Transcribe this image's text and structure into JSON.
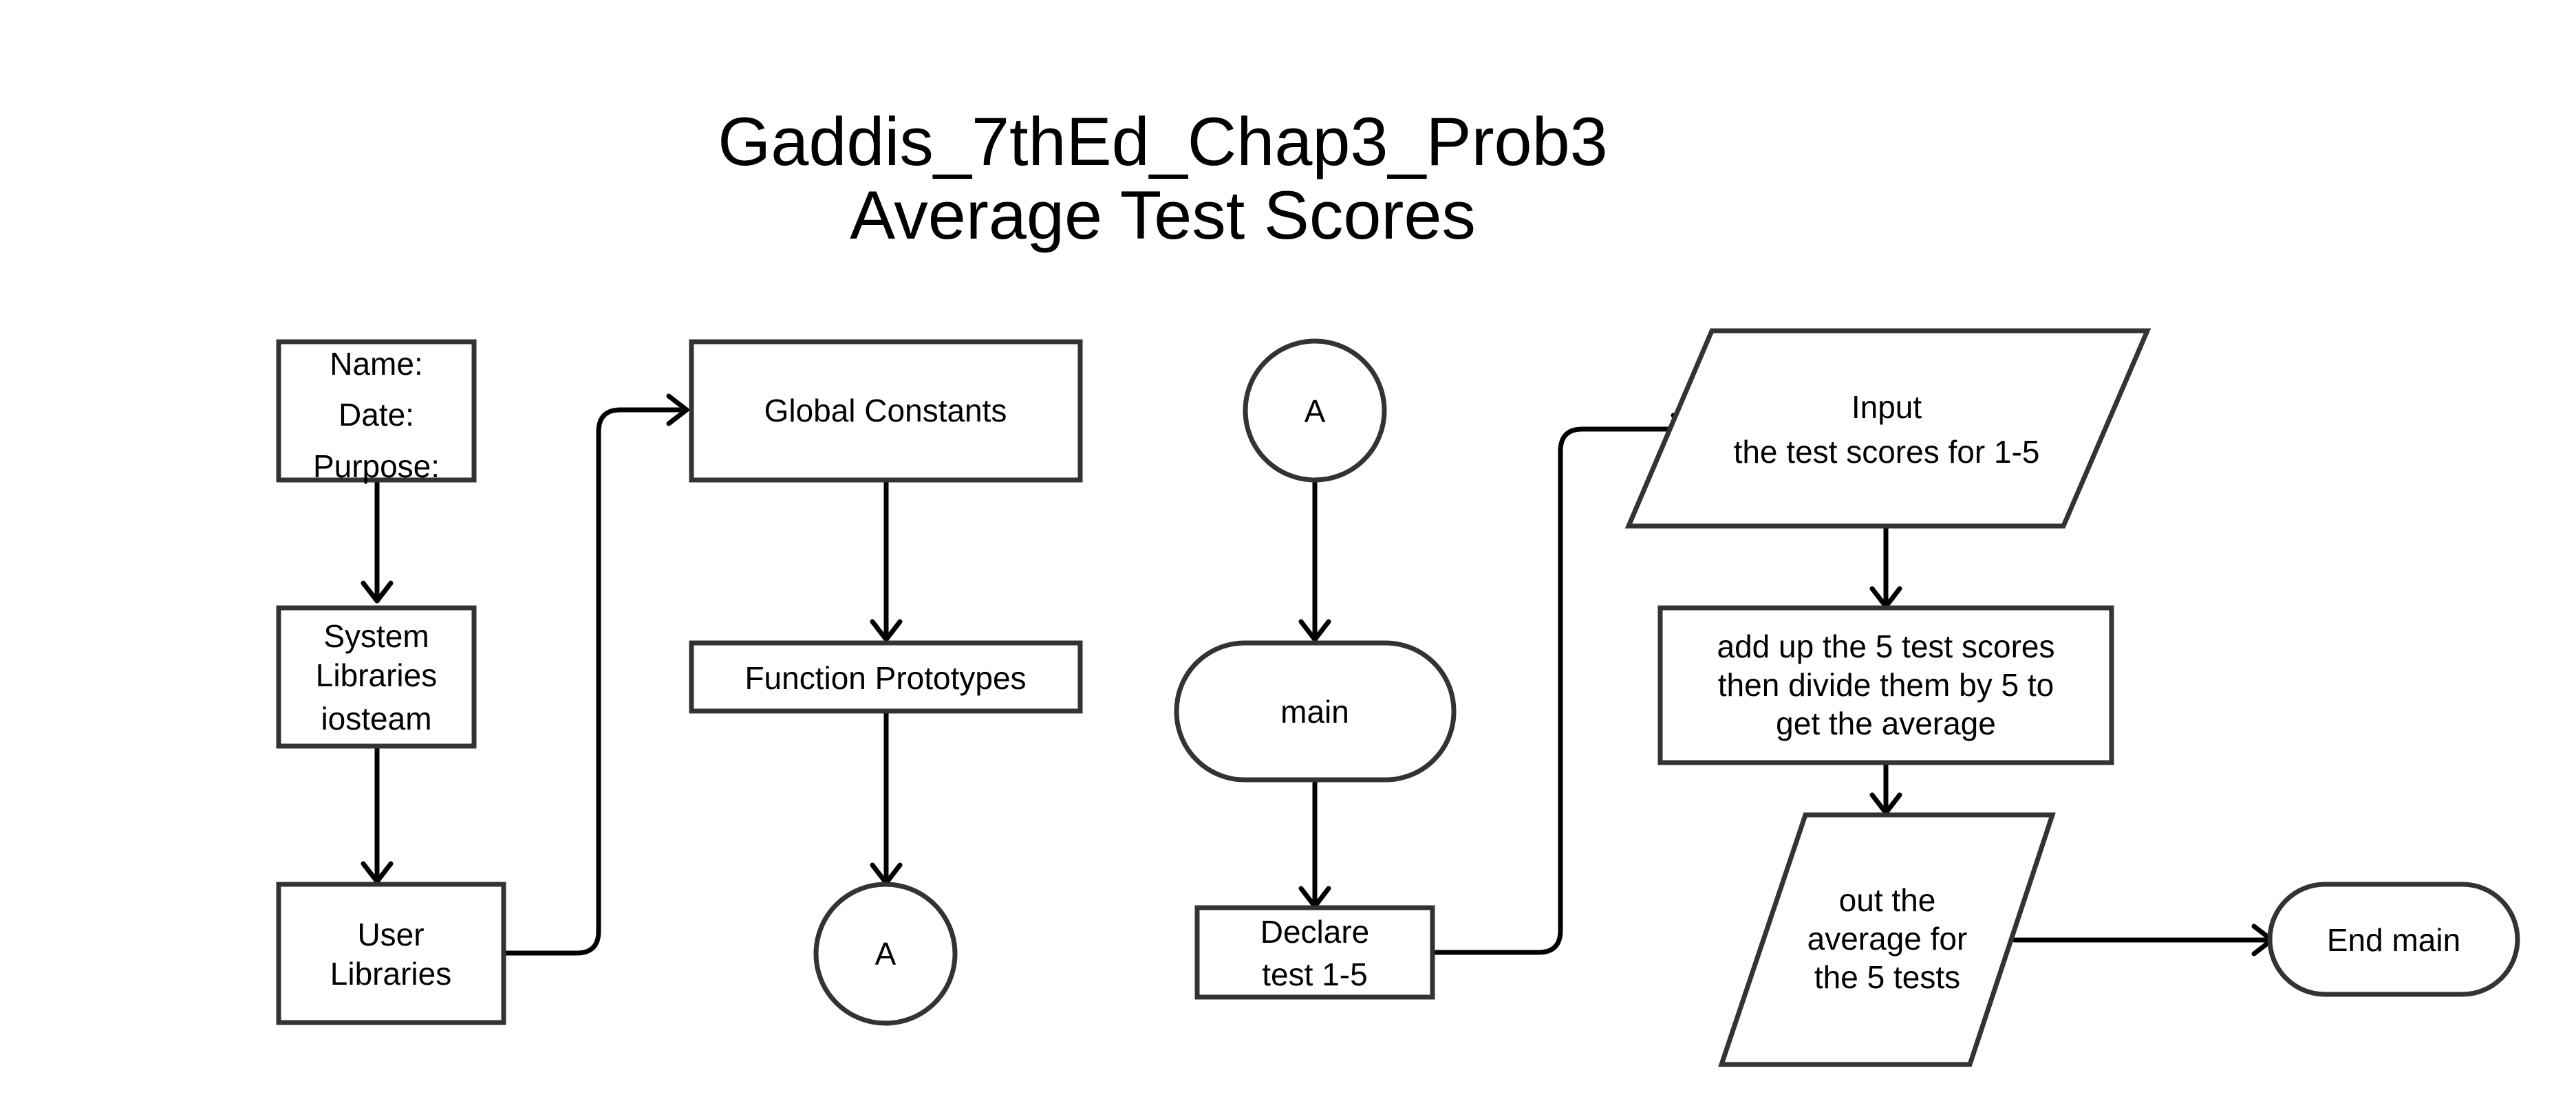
{
  "title": {
    "line1": "Gaddis_7thEd_Chap3_Prob3",
    "line2": "Average Test Scores"
  },
  "nodes": {
    "header": {
      "lines": [
        "Name:",
        "Date:",
        "Purpose:"
      ]
    },
    "system_libraries": {
      "lines": [
        "System",
        "Libraries",
        "iosteam"
      ]
    },
    "user_libraries": {
      "lines": [
        "User",
        "Libraries"
      ]
    },
    "global_constants": {
      "lines": [
        "Global Constants"
      ]
    },
    "function_prototypes": {
      "lines": [
        "Function Prototypes"
      ]
    },
    "connector_out": {
      "lines": [
        "A"
      ]
    },
    "connector_in": {
      "lines": [
        "A"
      ]
    },
    "main": {
      "lines": [
        "main"
      ]
    },
    "declare": {
      "lines": [
        "Declare",
        "test 1-5"
      ]
    },
    "input": {
      "lines": [
        "Input",
        "the test scores for 1-5"
      ]
    },
    "process": {
      "lines": [
        "add up the 5 test scores",
        "then divide them by 5 to",
        "get the average"
      ]
    },
    "output": {
      "lines": [
        "out the",
        "average for",
        "the 5 tests"
      ]
    },
    "end_main": {
      "lines": [
        "End main"
      ]
    }
  },
  "colors": {
    "shape_stroke": "#333333",
    "edge_stroke": "#000000",
    "background": "#ffffff"
  }
}
